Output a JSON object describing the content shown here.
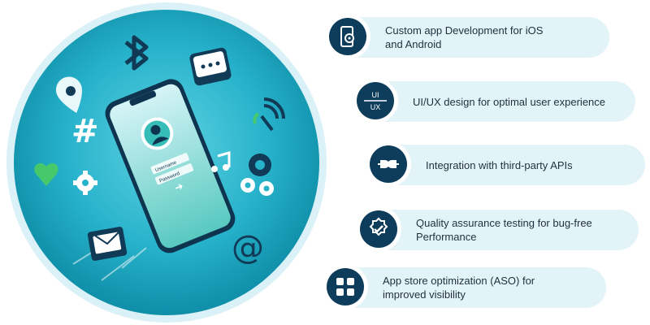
{
  "features": [
    {
      "label": "Custom app Development for iOS\nand Android",
      "icon": "mobile-gear-icon"
    },
    {
      "label": "UI/UX design for optimal user experience",
      "icon": "ui-ux-icon",
      "icon_text_top": "UI",
      "icon_text_bottom": "UX"
    },
    {
      "label": "Integration with third-party APIs",
      "icon": "plug-icon"
    },
    {
      "label": "Quality assurance testing for bug-free\nPerformance",
      "icon": "quality-badge-icon"
    },
    {
      "label": "App store optimization (ASO) for\nimproved visibility",
      "icon": "app-grid-icon"
    }
  ],
  "phone": {
    "field_username": "Username",
    "field_password": "Password"
  },
  "colors": {
    "accent_dark": "#0e3d5c",
    "card_bg": "#e3f4f8",
    "circle_inner": "#2db8cf",
    "circle_outer": "#0f8ea8"
  }
}
